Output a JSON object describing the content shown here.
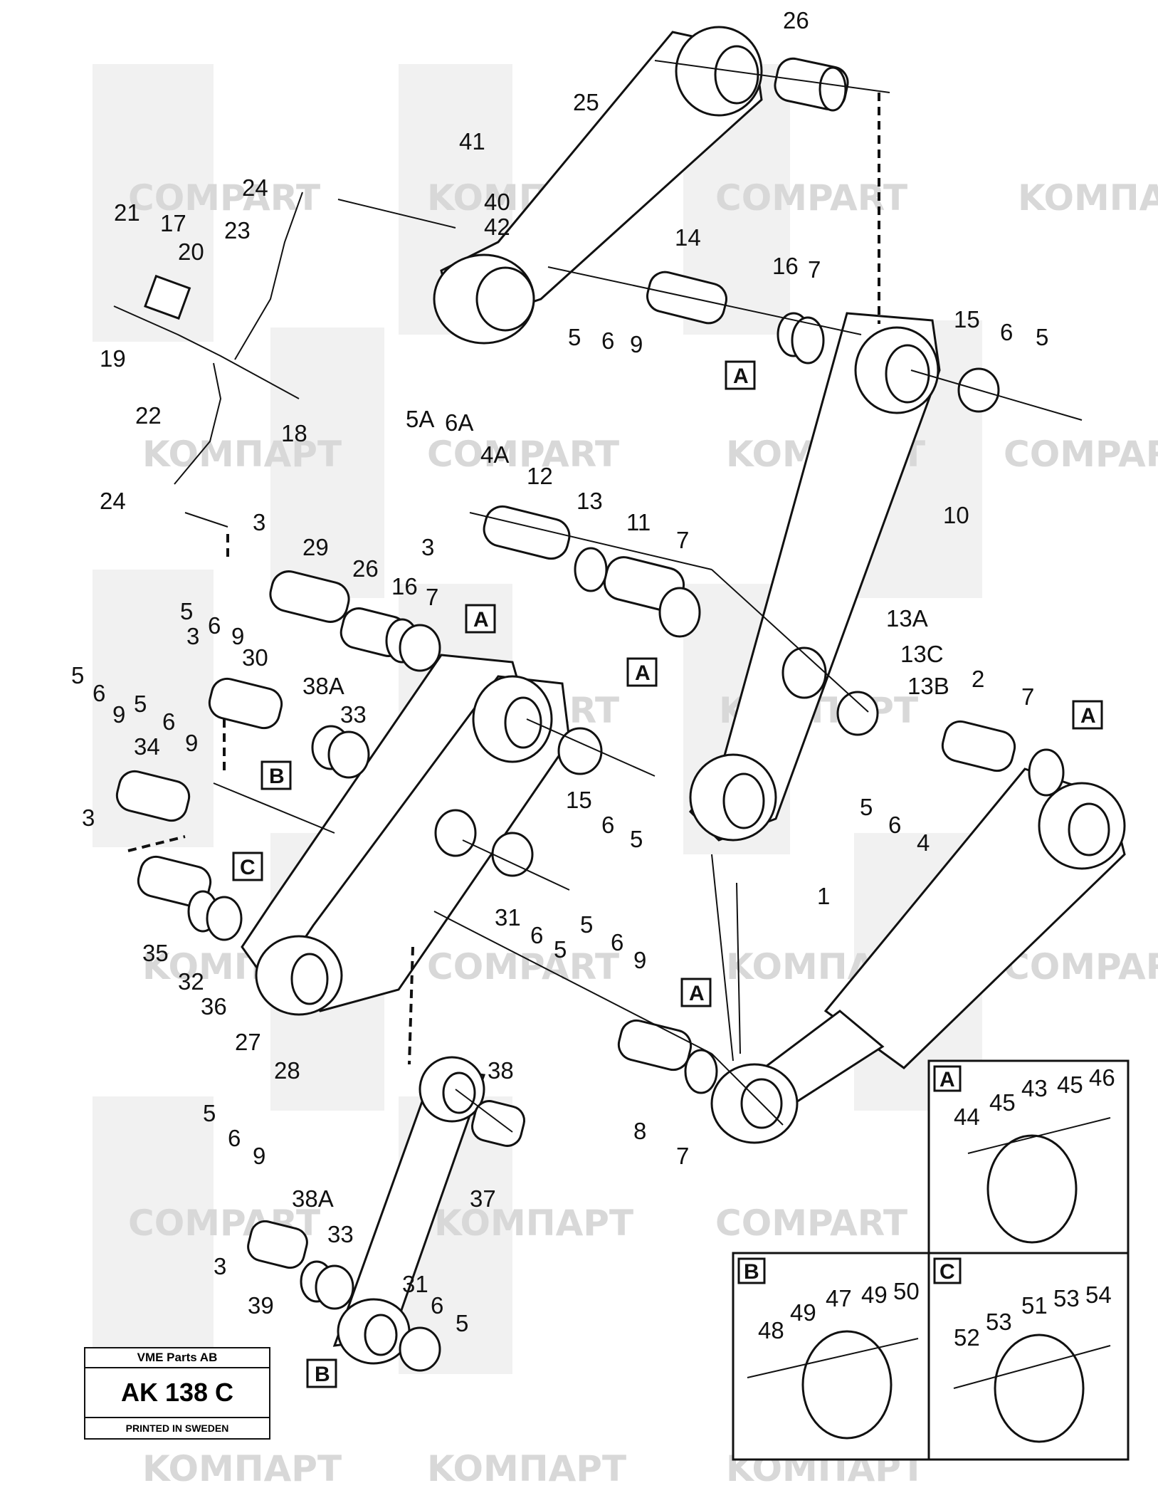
{
  "watermark": "COMPART",
  "watermark_alt": "KOMПAPT",
  "callouts": [
    {
      "label": "26"
    },
    {
      "label": "25"
    },
    {
      "label": "41"
    },
    {
      "label": "24"
    },
    {
      "label": "40"
    },
    {
      "label": "42"
    },
    {
      "label": "21"
    },
    {
      "label": "17"
    },
    {
      "label": "23"
    },
    {
      "label": "20"
    },
    {
      "label": "14"
    },
    {
      "label": "16"
    },
    {
      "label": "7"
    },
    {
      "label": "15"
    },
    {
      "label": "6"
    },
    {
      "label": "5"
    },
    {
      "label": "19"
    },
    {
      "label": "18"
    },
    {
      "label": "5"
    },
    {
      "label": "6"
    },
    {
      "label": "9"
    },
    {
      "label": "22"
    },
    {
      "label": "5A"
    },
    {
      "label": "6A"
    },
    {
      "label": "4A"
    },
    {
      "label": "12"
    },
    {
      "label": "13"
    },
    {
      "label": "11"
    },
    {
      "label": "7"
    },
    {
      "label": "10"
    },
    {
      "label": "24"
    },
    {
      "label": "3"
    },
    {
      "label": "3"
    },
    {
      "label": "29"
    },
    {
      "label": "26"
    },
    {
      "label": "16"
    },
    {
      "label": "7"
    },
    {
      "label": "5"
    },
    {
      "label": "6"
    },
    {
      "label": "9"
    },
    {
      "label": "3"
    },
    {
      "label": "30"
    },
    {
      "label": "38A"
    },
    {
      "label": "33"
    },
    {
      "label": "13A"
    },
    {
      "label": "13C"
    },
    {
      "label": "13B"
    },
    {
      "label": "2"
    },
    {
      "label": "7"
    },
    {
      "label": "5"
    },
    {
      "label": "6"
    },
    {
      "label": "9"
    },
    {
      "label": "5"
    },
    {
      "label": "6"
    },
    {
      "label": "9"
    },
    {
      "label": "34"
    },
    {
      "label": "3"
    },
    {
      "label": "15"
    },
    {
      "label": "6"
    },
    {
      "label": "5"
    },
    {
      "label": "5"
    },
    {
      "label": "6"
    },
    {
      "label": "4"
    },
    {
      "label": "1"
    },
    {
      "label": "35"
    },
    {
      "label": "32"
    },
    {
      "label": "36"
    },
    {
      "label": "31"
    },
    {
      "label": "6"
    },
    {
      "label": "5"
    },
    {
      "label": "5"
    },
    {
      "label": "6"
    },
    {
      "label": "9"
    },
    {
      "label": "27"
    },
    {
      "label": "28"
    },
    {
      "label": "38"
    },
    {
      "label": "8"
    },
    {
      "label": "7"
    },
    {
      "label": "5"
    },
    {
      "label": "6"
    },
    {
      "label": "9"
    },
    {
      "label": "37"
    },
    {
      "label": "38A"
    },
    {
      "label": "33"
    },
    {
      "label": "3"
    },
    {
      "label": "39"
    },
    {
      "label": "31"
    },
    {
      "label": "6"
    },
    {
      "label": "5"
    }
  ],
  "ref_boxes": [
    "A",
    "A",
    "A",
    "A",
    "A",
    "B",
    "C",
    "B"
  ],
  "insets": [
    {
      "letter": "A",
      "labels": [
        "44",
        "45",
        "43",
        "45",
        "46"
      ]
    },
    {
      "letter": "B",
      "labels": [
        "48",
        "49",
        "47",
        "49",
        "50"
      ]
    },
    {
      "letter": "C",
      "labels": [
        "52",
        "53",
        "51",
        "53",
        "54"
      ]
    }
  ],
  "stamp": {
    "company": "VME Parts AB",
    "code": "AK 138 C",
    "footer": "PRINTED IN SWEDEN"
  }
}
